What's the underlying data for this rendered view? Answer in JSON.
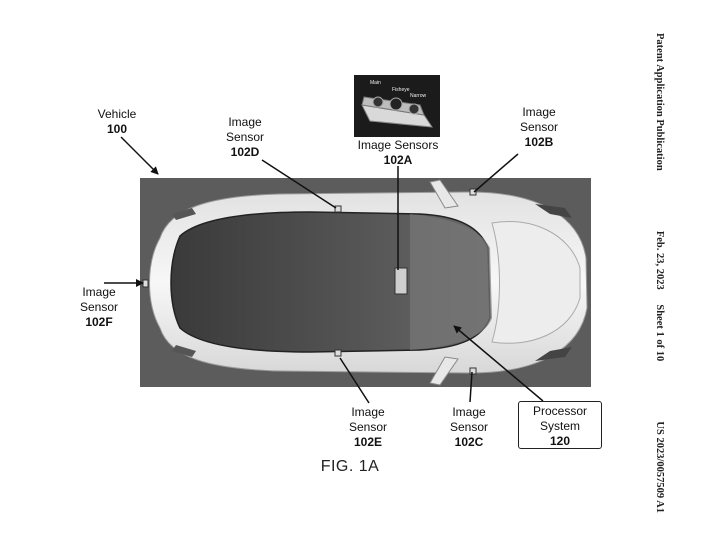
{
  "labels": {
    "vehicle": {
      "line1": "Vehicle",
      "line2": "100"
    },
    "sensor_102a": {
      "line1": "Image Sensors",
      "line2": "102A"
    },
    "sensor_102b": {
      "line1": "Image",
      "line2": "Sensor",
      "line3": "102B"
    },
    "sensor_102c": {
      "line1": "Image",
      "line2": "Sensor",
      "line3": "102C"
    },
    "sensor_102d": {
      "line1": "Image",
      "line2": "Sensor",
      "line3": "102D"
    },
    "sensor_102e": {
      "line1": "Image",
      "line2": "Sensor",
      "line3": "102E"
    },
    "sensor_102f": {
      "line1": "Image",
      "line2": "Sensor",
      "line3": "102F"
    },
    "processor": {
      "line1": "Processor",
      "line2": "System",
      "line3": "120"
    }
  },
  "inset": {
    "cam_main": "Main",
    "cam_fisheye": "Fisheye",
    "cam_narrow": "Narrow"
  },
  "figure_caption": "FIG. 1A",
  "header": {
    "publication": "Patent Application Publication",
    "date": "Feb. 23, 2023",
    "sheet": "Sheet 1 of 10",
    "number": "US 2023/0057509 A1"
  }
}
